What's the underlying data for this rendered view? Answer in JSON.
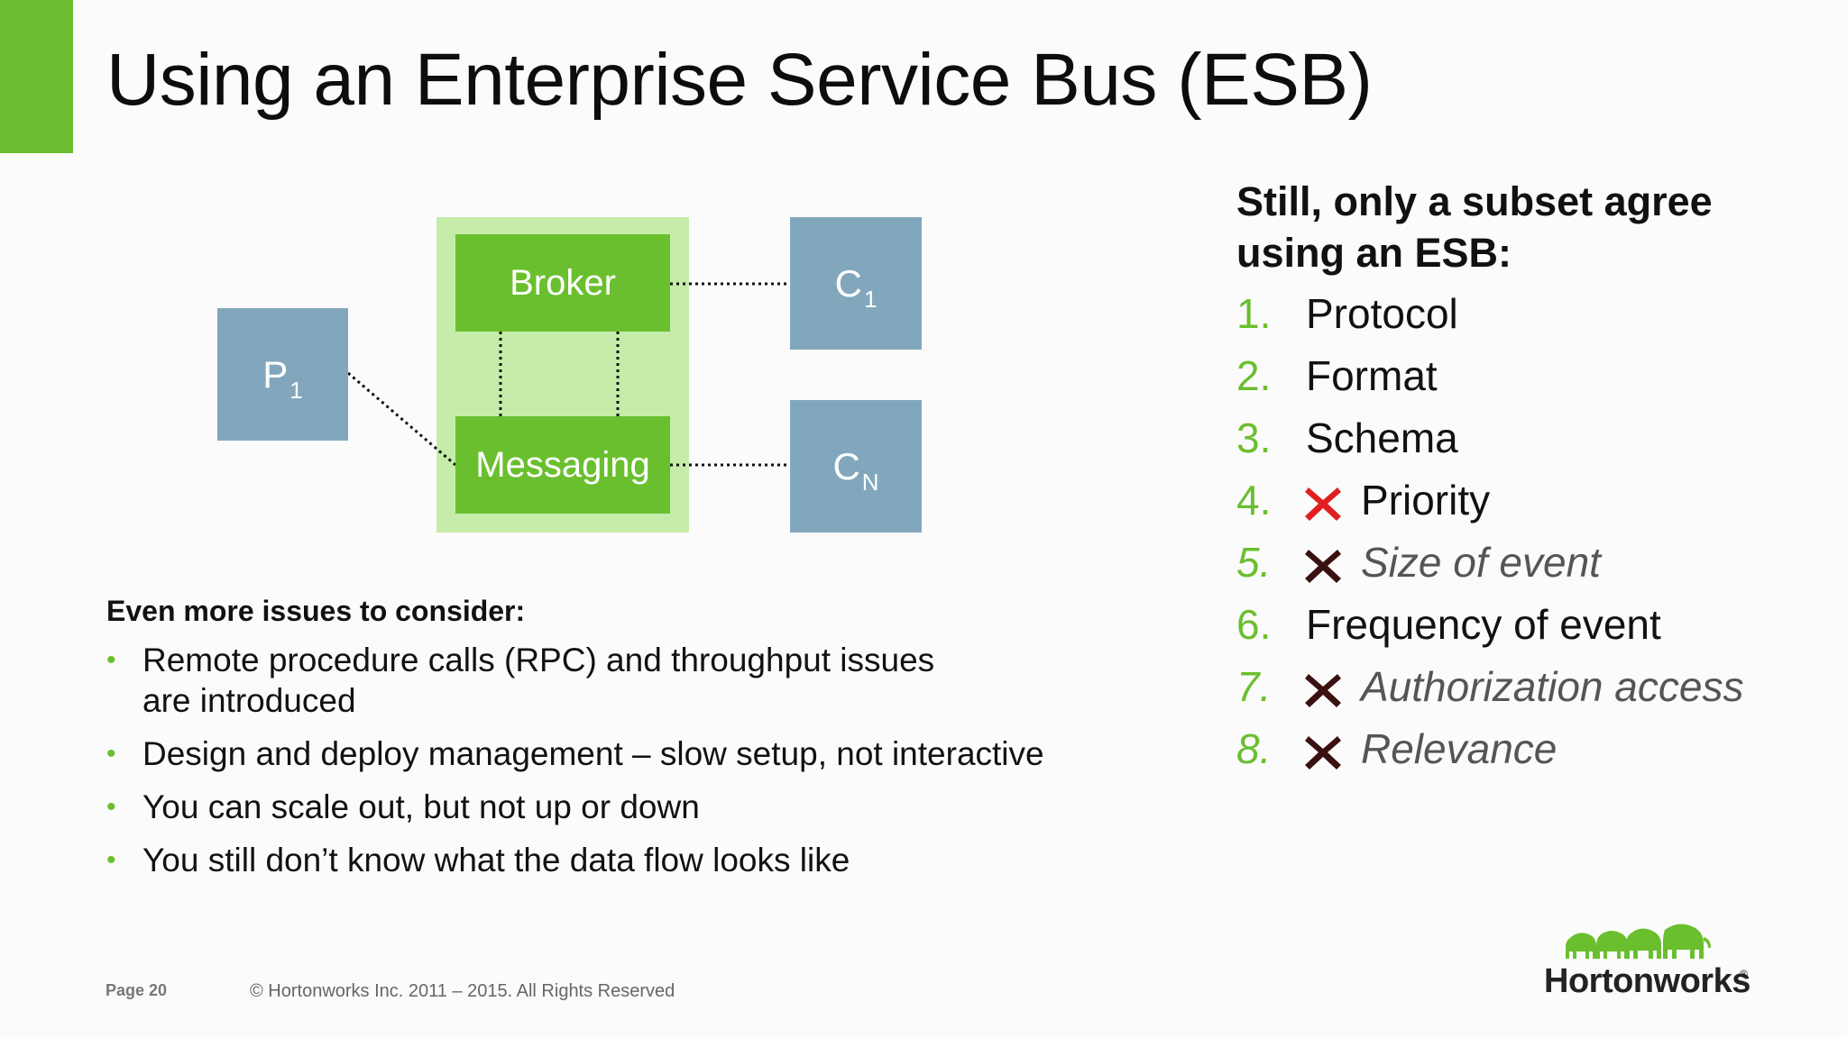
{
  "slide": {
    "title": "Using an Enterprise Service Bus (ESB)",
    "accent_color": "#6bbe2f"
  },
  "diagram": {
    "producer": {
      "base": "P",
      "sub": "1"
    },
    "broker": "Broker",
    "messaging": "Messaging",
    "consumer_first": {
      "base": "C",
      "sub": "1"
    },
    "consumer_last": {
      "base": "C",
      "sub": "N"
    },
    "colors": {
      "green": "#6abf2f",
      "light_green": "#c6ecaa",
      "blue": "#82a7bd"
    }
  },
  "issues": {
    "heading": "Even more issues to consider:",
    "items": [
      {
        "line1": "Remote procedure calls (RPC) and throughput issues",
        "line2": "are introduced"
      },
      {
        "line1": "Design and deploy management – slow setup, not interactive"
      },
      {
        "line1": "You can scale out, but not up or down"
      },
      {
        "line1": "You still don’t know what the data flow looks like"
      }
    ]
  },
  "agreement": {
    "heading_line1": "Still, only a subset agree",
    "heading_line2": "using an ESB:",
    "items": [
      {
        "num": "1.",
        "label": "Protocol",
        "crossed": false
      },
      {
        "num": "2.",
        "label": "Format",
        "crossed": false
      },
      {
        "num": "3.",
        "label": "Schema",
        "crossed": false
      },
      {
        "num": "4.",
        "label": "Priority",
        "crossed": true,
        "x_color": "#e02020"
      },
      {
        "num": "5.",
        "label": "Size of event",
        "crossed": true,
        "x_color": "#3a1010"
      },
      {
        "num": "6.",
        "label": "Frequency of event",
        "crossed": false
      },
      {
        "num": "7.",
        "label": "Authorization access",
        "crossed": true,
        "x_color": "#3a1010"
      },
      {
        "num": "8.",
        "label": "Relevance",
        "crossed": true,
        "x_color": "#3a1010"
      }
    ]
  },
  "footer": {
    "page_label": "Page",
    "page_number": "20",
    "copyright": "© Hortonworks Inc. 2011 – 2015. All Rights Reserved",
    "logo_text": "Hortonworks",
    "logo_reg": "®",
    "logo_color": "#6abf2f"
  }
}
